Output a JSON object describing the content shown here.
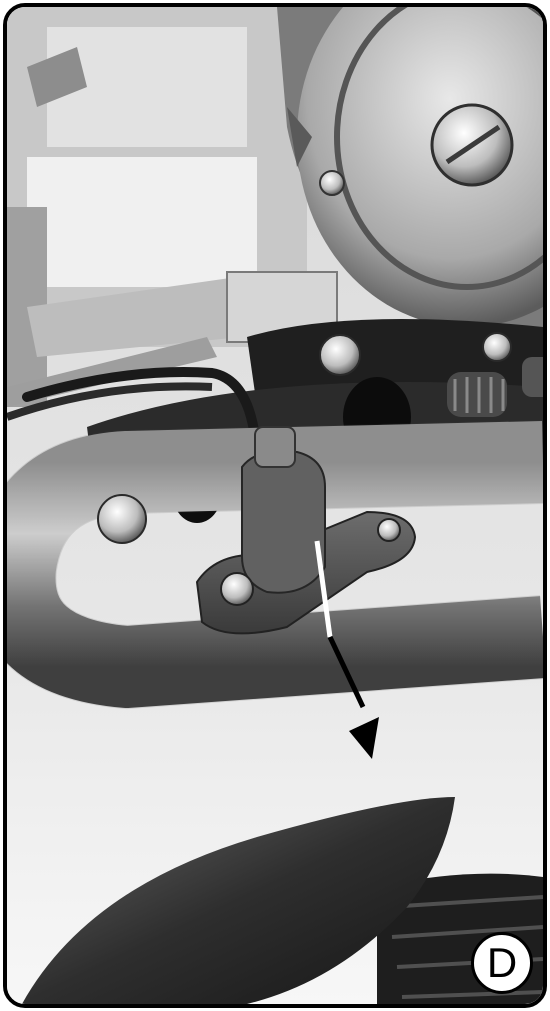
{
  "figure": {
    "panel_label": "D",
    "subject": "photo-engine-sensor-bracket",
    "arrow_direction": "down"
  }
}
